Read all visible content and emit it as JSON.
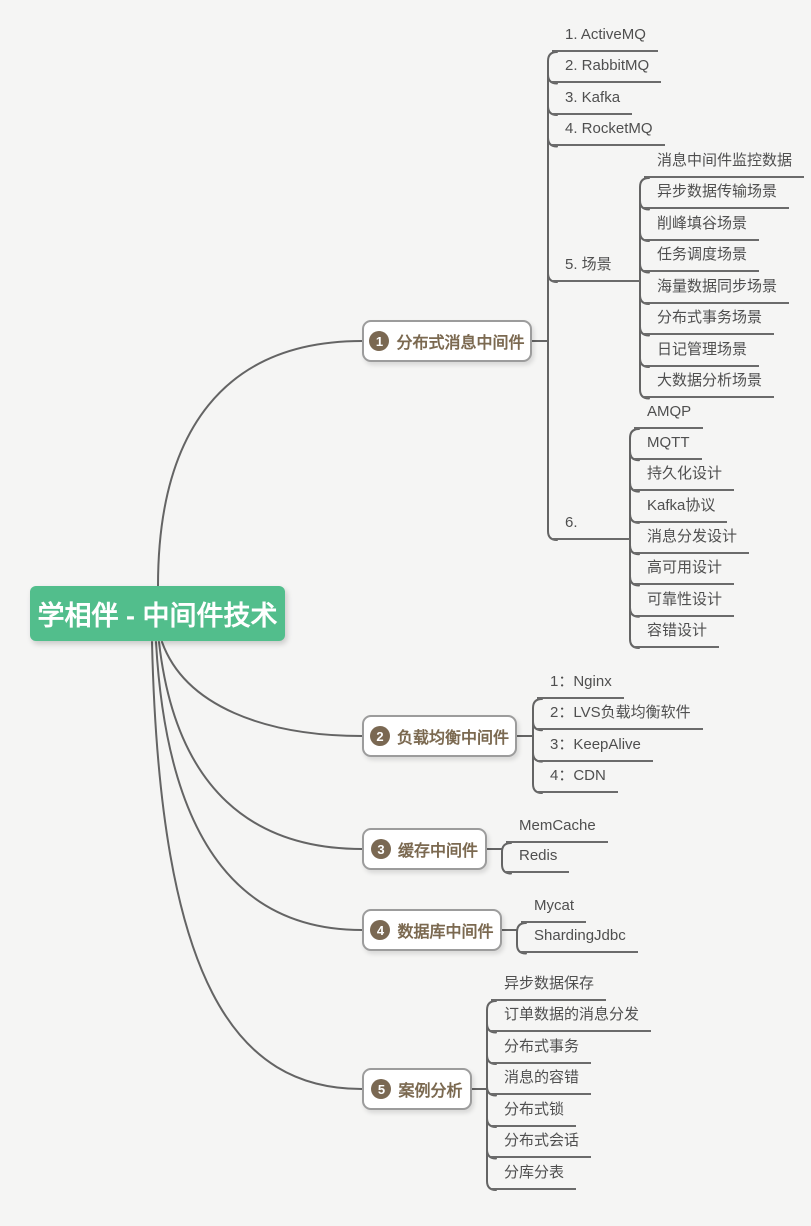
{
  "root": {
    "label": "学相伴 - 中间件技术"
  },
  "branches": [
    {
      "num": "1",
      "label": "分布式消息中间件",
      "children": [
        {
          "label": "1. ActiveMQ"
        },
        {
          "label": "2. RabbitMQ"
        },
        {
          "label": "3. Kafka"
        },
        {
          "label": "4. RocketMQ"
        },
        {
          "label": "5. 场景",
          "children": [
            {
              "label": "消息中间件监控数据"
            },
            {
              "label": "异步数据传输场景"
            },
            {
              "label": "削峰填谷场景"
            },
            {
              "label": "任务调度场景"
            },
            {
              "label": "海量数据同步场景"
            },
            {
              "label": "分布式事务场景"
            },
            {
              "label": "日记管理场景"
            },
            {
              "label": "大数据分析场景"
            }
          ]
        },
        {
          "label": "6.",
          "children": [
            {
              "label": "AMQP"
            },
            {
              "label": "MQTT"
            },
            {
              "label": "持久化设计"
            },
            {
              "label": "Kafka协议"
            },
            {
              "label": "消息分发设计"
            },
            {
              "label": "高可用设计"
            },
            {
              "label": "可靠性设计"
            },
            {
              "label": "容错设计"
            }
          ]
        }
      ]
    },
    {
      "num": "2",
      "label": "负载均衡中间件",
      "children": [
        {
          "label": "1：Nginx"
        },
        {
          "label": "2：LVS负载均衡软件"
        },
        {
          "label": "3：KeepAlive"
        },
        {
          "label": "4：CDN"
        }
      ]
    },
    {
      "num": "3",
      "label": "缓存中间件",
      "children": [
        {
          "label": "MemCache"
        },
        {
          "label": "Redis"
        }
      ]
    },
    {
      "num": "4",
      "label": "数据库中间件",
      "children": [
        {
          "label": "Mycat"
        },
        {
          "label": "ShardingJdbc"
        }
      ]
    },
    {
      "num": "5",
      "label": "案例分析",
      "children": [
        {
          "label": "异步数据保存"
        },
        {
          "label": "订单数据的消息分发"
        },
        {
          "label": "分布式事务"
        },
        {
          "label": "消息的容错"
        },
        {
          "label": "分布式锁"
        },
        {
          "label": "分布式会话"
        },
        {
          "label": "分库分表"
        }
      ]
    }
  ],
  "colors": {
    "root_bg": "#52be8c",
    "root_text": "#ffffff",
    "branch_text": "#7b6950",
    "badge_bg": "#7a6852",
    "node_border": "#9c9c9c",
    "leaf_text": "#4f4f4f",
    "line": "#646464",
    "background": "#f5f5f4"
  }
}
